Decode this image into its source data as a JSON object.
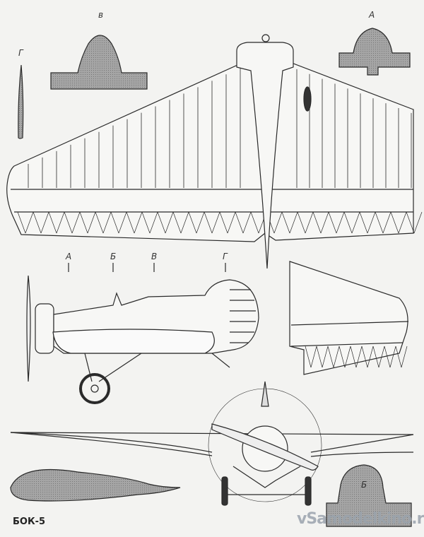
{
  "title": "БОК-5",
  "watermark": "vSamodelkino.ru",
  "section_labels": {
    "top_g": "Г",
    "top_v": "в",
    "top_a": "А",
    "station_a": "А",
    "station_b": "Б",
    "station_v": "В",
    "station_g": "Г",
    "bottom_b": "Б"
  },
  "colors": {
    "line": "#2a2a2a",
    "section_fill": "#9a9a9a",
    "paper": "#f3f3f1"
  }
}
